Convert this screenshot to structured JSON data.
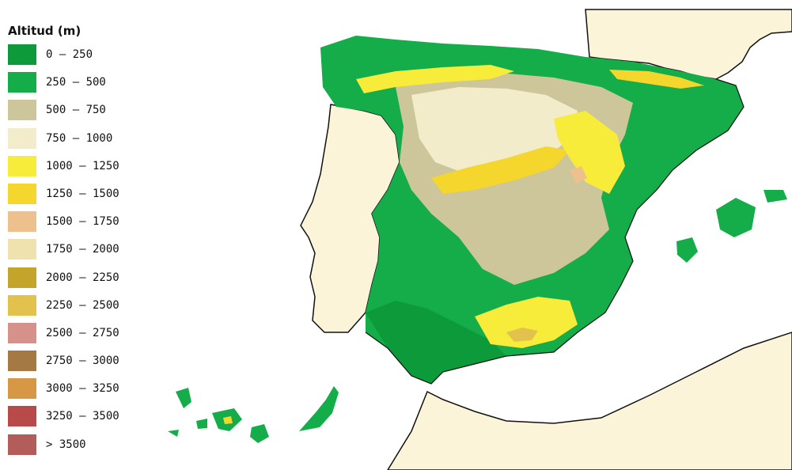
{
  "legend": {
    "title": "Altitud (m)",
    "items": [
      {
        "label": "0 – 250",
        "color": "#0c9a3a"
      },
      {
        "label": "250 – 500",
        "color": "#14ad49"
      },
      {
        "label": "500 – 750",
        "color": "#cdc69a"
      },
      {
        "label": "750 – 1000",
        "color": "#f2eccb"
      },
      {
        "label": "1000 – 1250",
        "color": "#f7ec3a"
      },
      {
        "label": "1250 – 1500",
        "color": "#f4d62c"
      },
      {
        "label": "1500 – 1750",
        "color": "#eec08e"
      },
      {
        "label": "1750 – 2000",
        "color": "#efe2ae"
      },
      {
        "label": "2000 – 2250",
        "color": "#c2a52a"
      },
      {
        "label": "2250 – 2500",
        "color": "#e2c24c"
      },
      {
        "label": "2500 – 2750",
        "color": "#d6918a"
      },
      {
        "label": "2750 – 3000",
        "color": "#a57a42"
      },
      {
        "label": "3000 – 3250",
        "color": "#d69844"
      },
      {
        "label": "3250 – 3500",
        "color": "#b84a4a"
      },
      {
        "label": "> 3500",
        "color": "#b25d5a"
      }
    ]
  },
  "colors": {
    "land_background": "#fbf4d9",
    "sea": "#ffffff",
    "coastline": "#111111"
  }
}
